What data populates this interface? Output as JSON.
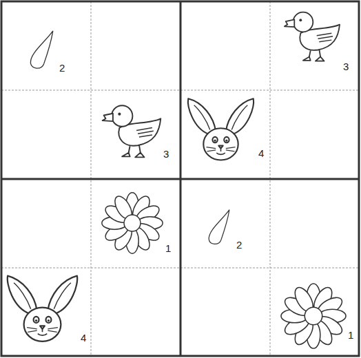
{
  "diagram": {
    "labels": [
      "2",
      "3",
      "3",
      "4",
      "1",
      "2",
      "4",
      "1"
    ]
  }
}
